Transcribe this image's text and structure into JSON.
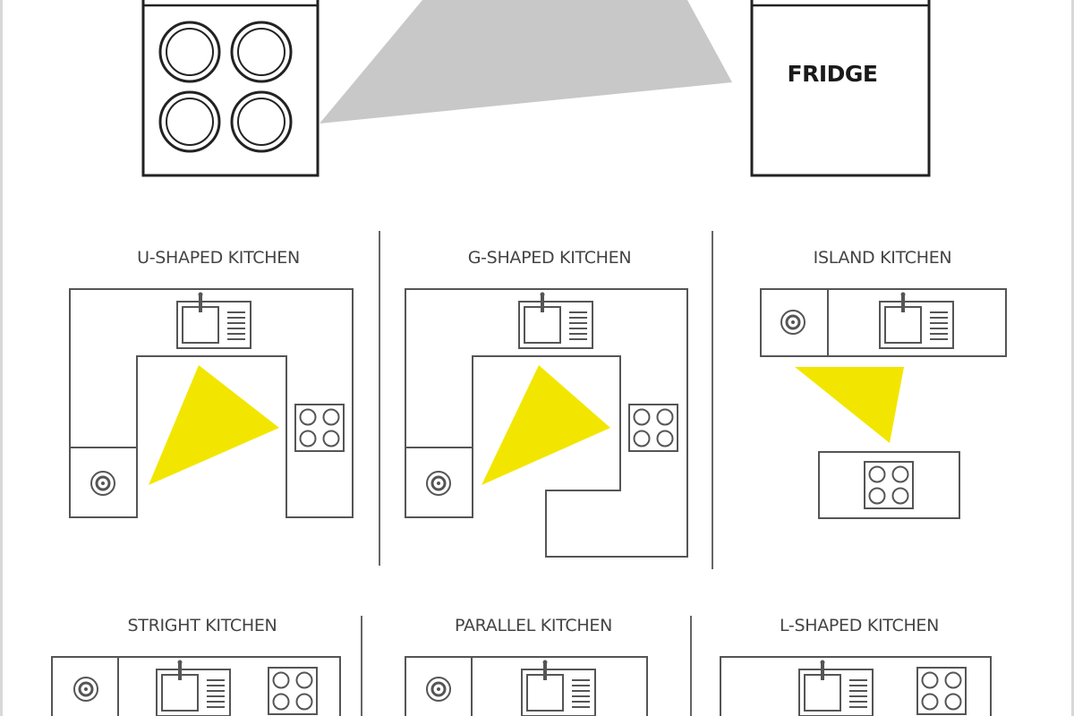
{
  "header": {
    "stove_label": "",
    "fridge_label": "FRIDGE"
  },
  "layouts": [
    {
      "title": "U-SHAPED KITCHEN"
    },
    {
      "title": "G-SHAPED KITCHEN"
    },
    {
      "title": "ISLAND KITCHEN"
    },
    {
      "title": "STRIGHT KITCHEN"
    },
    {
      "title": "PARALLEL KITCHEN"
    },
    {
      "title": "L-SHAPED KITCHEN"
    }
  ],
  "colors": {
    "work_triangle": "#f2e600",
    "header_triangle": "#c8c8c8",
    "line": "#555555",
    "frame": "#d8d8d8"
  },
  "icons": [
    "stove-icon",
    "fridge-icon",
    "sink-icon",
    "hob-icon",
    "burner-icon"
  ]
}
